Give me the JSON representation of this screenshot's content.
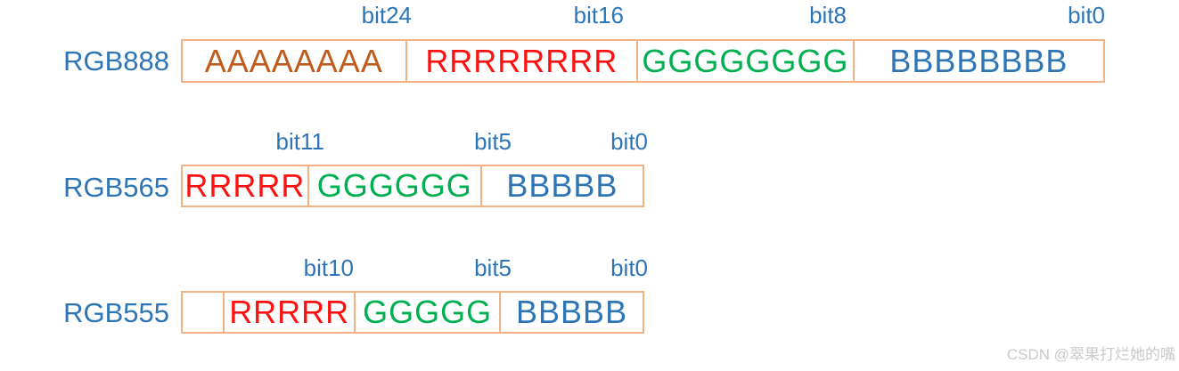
{
  "colors": {
    "label": "#2E75B6",
    "border": "#F4B183",
    "alpha": "#BF5B1D",
    "red": "#FF1010",
    "green": "#00B050",
    "blue": "#2E75B6",
    "watermark": "#C9C9C9"
  },
  "rows": [
    {
      "label": "RGB888",
      "bit_labels": [
        "bit24",
        "bit16",
        "bit8",
        "bit0"
      ],
      "cells": [
        {
          "text": "AAAAAAAA",
          "channel": "alpha"
        },
        {
          "text": "RRRRRRRR",
          "channel": "red"
        },
        {
          "text": "GGGGGGGG",
          "channel": "green"
        },
        {
          "text": "BBBBBBBB",
          "channel": "blue"
        }
      ]
    },
    {
      "label": "RGB565",
      "bit_labels": [
        "bit11",
        "bit5",
        "bit0"
      ],
      "cells": [
        {
          "text": "RRRRR",
          "channel": "red"
        },
        {
          "text": "GGGGGG",
          "channel": "green"
        },
        {
          "text": "BBBBB",
          "channel": "blue"
        }
      ]
    },
    {
      "label": "RGB555",
      "bit_labels": [
        "bit10",
        "bit5",
        "bit0"
      ],
      "cells": [
        {
          "text": "",
          "channel": "unused"
        },
        {
          "text": "RRRRR",
          "channel": "red"
        },
        {
          "text": "GGGGG",
          "channel": "green"
        },
        {
          "text": "BBBBB",
          "channel": "blue"
        }
      ]
    }
  ],
  "watermark": {
    "text": "CSDN @翠果打烂她的嘴"
  }
}
